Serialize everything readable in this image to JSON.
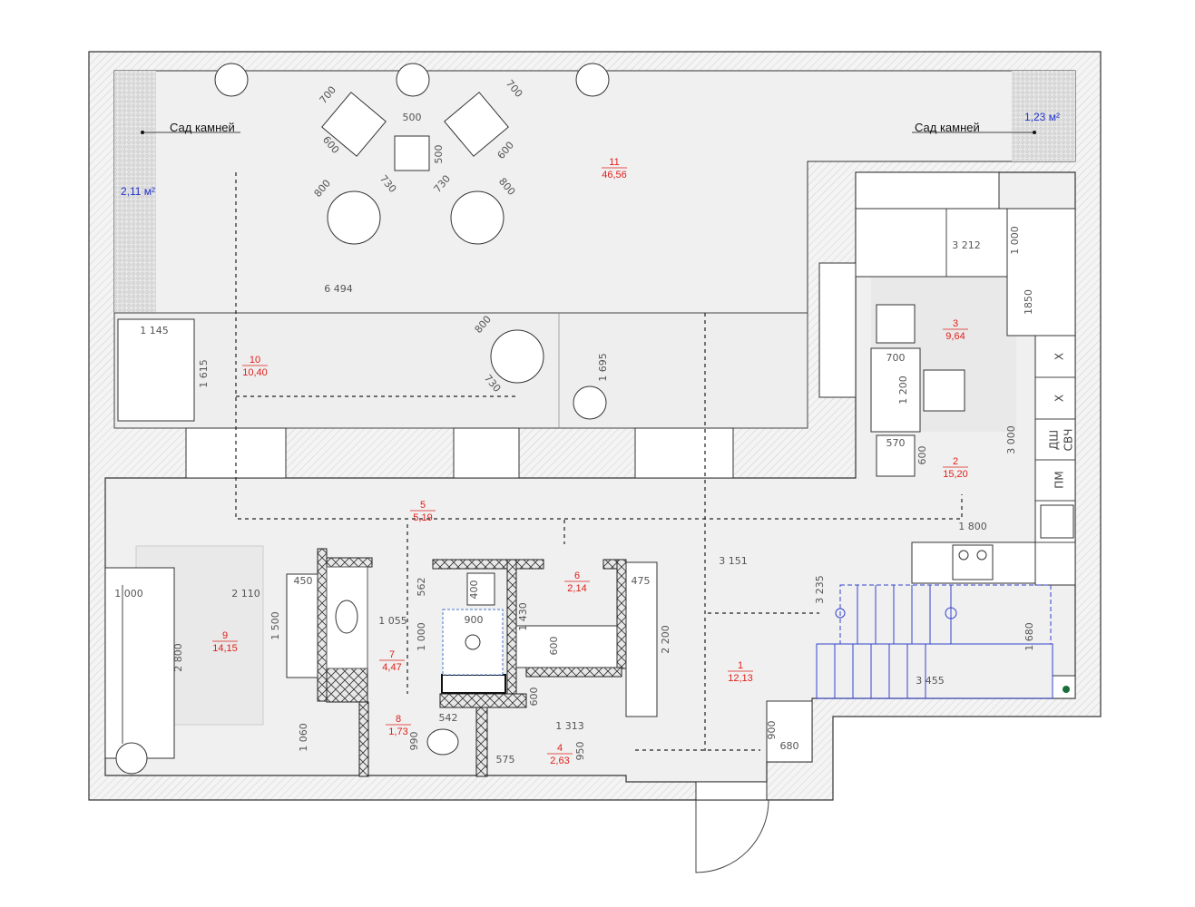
{
  "labels": {
    "rock_garden_left": "Сад камней",
    "rock_garden_right": "Сад камней",
    "area_left": "2,11 м²",
    "area_right": "1,23 м²"
  },
  "rooms": [
    {
      "n": "11",
      "a": "46,56"
    },
    {
      "n": "10",
      "a": "10,40"
    },
    {
      "n": "3",
      "a": "9,64"
    },
    {
      "n": "2",
      "a": "15,20"
    },
    {
      "n": "5",
      "a": "5,19"
    },
    {
      "n": "6",
      "a": "2,14"
    },
    {
      "n": "9",
      "a": "14,15"
    },
    {
      "n": "7",
      "a": "4,47"
    },
    {
      "n": "8",
      "a": "1,73"
    },
    {
      "n": "4",
      "a": "2,63"
    },
    {
      "n": "1",
      "a": "12,13"
    }
  ],
  "dims": [
    "700",
    "600",
    "500",
    "500",
    "700",
    "600",
    "800",
    "730",
    "730",
    "800",
    "6 494",
    "1 145",
    "1 615",
    "800",
    "730",
    "1 695",
    "3 212",
    "1 000",
    "1850",
    "700",
    "1 200",
    "570",
    "600",
    "3 000",
    "1 800",
    "3 151",
    "3 235",
    "475",
    "2 200",
    "1 000",
    "2 110",
    "450",
    "1 500",
    "2 800",
    "562",
    "400",
    "1 055",
    "900",
    "1 000",
    "1 430",
    "600",
    "600",
    "542",
    "1 313",
    "990",
    "950",
    "575",
    "1 060",
    "1 680",
    "3 455",
    "900",
    "680"
  ],
  "kitchen_labels": [
    "Х",
    "Х",
    "ДШ",
    "СВЧ",
    "ПМ"
  ],
  "colors": {
    "room_label": "#e0201a",
    "area_label": "#2233cc",
    "stairs": "#3344cc"
  }
}
